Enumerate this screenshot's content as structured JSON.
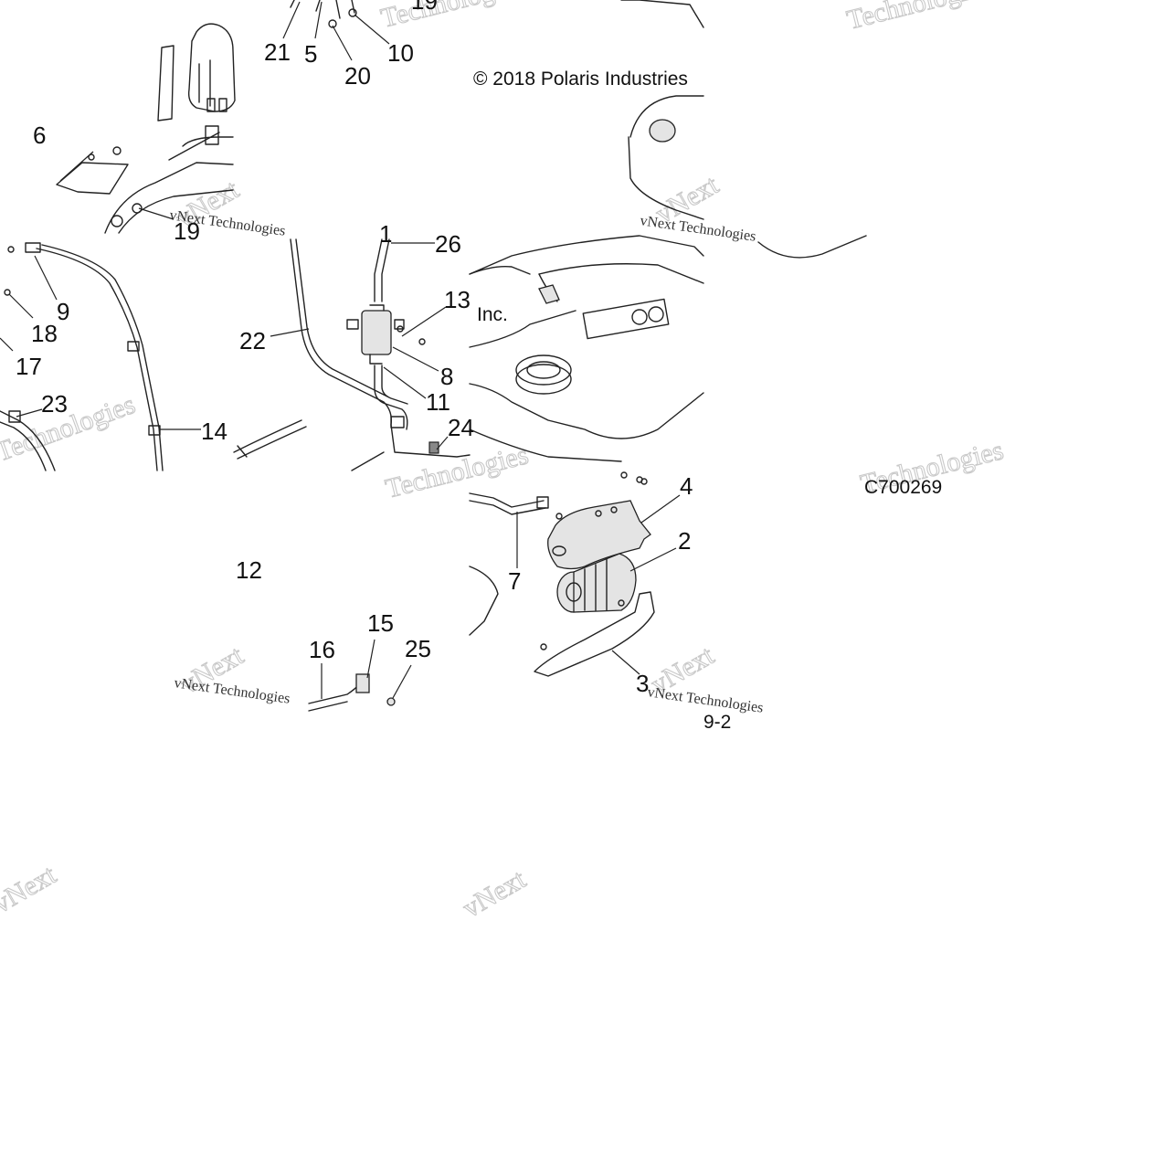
{
  "diagram": {
    "copyright": "© 2018 Polaris Industries",
    "copyright_fragment": "Inc.",
    "drawing_code": "C700269",
    "page_ref": "9-2",
    "watermarks": {
      "brand_word": "Technologies",
      "brand_prefix": "vNext",
      "caption": "vNext Technologies"
    },
    "callouts": [
      {
        "id": "c21",
        "label": "21"
      },
      {
        "id": "c5",
        "label": "5"
      },
      {
        "id": "c20",
        "label": "20"
      },
      {
        "id": "c10",
        "label": "10"
      },
      {
        "id": "c19a",
        "label": "19"
      },
      {
        "id": "c6",
        "label": "6"
      },
      {
        "id": "c19b",
        "label": "19"
      },
      {
        "id": "c9",
        "label": "9"
      },
      {
        "id": "c18",
        "label": "18"
      },
      {
        "id": "c17",
        "label": "17"
      },
      {
        "id": "c23",
        "label": "23"
      },
      {
        "id": "c14",
        "label": "14"
      },
      {
        "id": "c22",
        "label": "22"
      },
      {
        "id": "c1",
        "label": "1"
      },
      {
        "id": "c26",
        "label": "26"
      },
      {
        "id": "c13",
        "label": "13"
      },
      {
        "id": "c8",
        "label": "8"
      },
      {
        "id": "c11",
        "label": "11"
      },
      {
        "id": "c24",
        "label": "24"
      },
      {
        "id": "c12",
        "label": "12"
      },
      {
        "id": "c15",
        "label": "15"
      },
      {
        "id": "c16",
        "label": "16"
      },
      {
        "id": "c25",
        "label": "25"
      },
      {
        "id": "c4",
        "label": "4"
      },
      {
        "id": "c2",
        "label": "2"
      },
      {
        "id": "c7",
        "label": "7"
      },
      {
        "id": "c3",
        "label": "3"
      }
    ]
  }
}
